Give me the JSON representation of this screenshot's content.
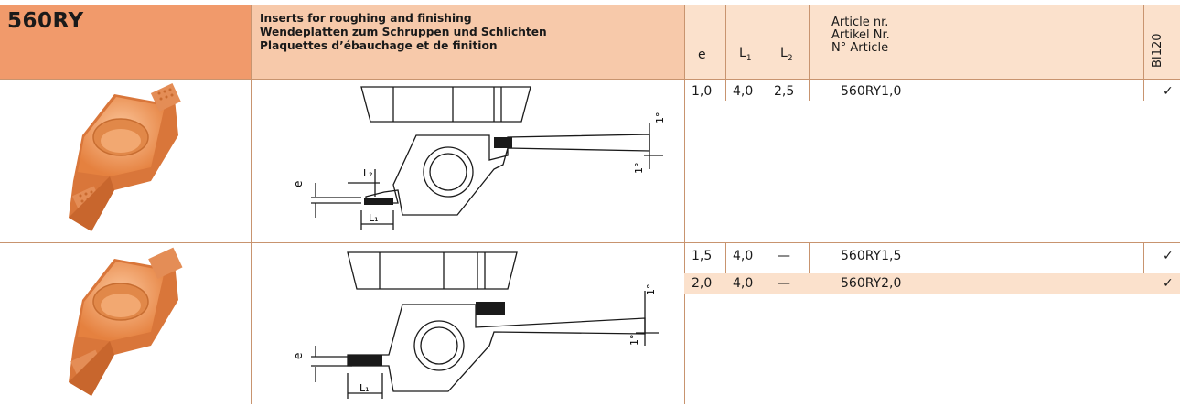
{
  "header": {
    "code": "560RY",
    "desc_en": "Inserts for roughing and finishing",
    "desc_de": "Wendeplatten zum Schruppen und Schlichten",
    "desc_fr": "Plaquettes d’ébauchage et de finition",
    "col_e": "e",
    "col_l1": "L",
    "col_l1_sub": "1",
    "col_l2": "L",
    "col_l2_sub": "2",
    "article_1": "Article nr.",
    "article_2": "Artikel Nr.",
    "article_3": "N° Article",
    "grade": "BI120"
  },
  "rows": [
    {
      "e": "1,0",
      "l1": "4,0",
      "l2": "2,5",
      "article": "560RY1,0",
      "grade_mark": "✓"
    },
    {
      "e": "1,5",
      "l1": "4,0",
      "l2": "—",
      "article": "560RY1,5",
      "grade_mark": "✓"
    },
    {
      "e": "2,0",
      "l1": "4,0",
      "l2": "—",
      "article": "560RY2,0",
      "grade_mark": "✓"
    }
  ],
  "drawing1": {
    "label_e": "e",
    "label_l2": "L₂",
    "label_l1": "L₁",
    "angle_top": "1°",
    "angle_bottom": "1°"
  },
  "drawing2": {
    "label_e": "e",
    "label_l1": "L₁",
    "angle_top": "1°",
    "angle_bottom": "1°"
  },
  "colors": {
    "header_dark": "#f19a6b",
    "header_mid": "#f7c9aa",
    "header_light": "#fbe1cc",
    "insert_orange": "#e8874e"
  }
}
